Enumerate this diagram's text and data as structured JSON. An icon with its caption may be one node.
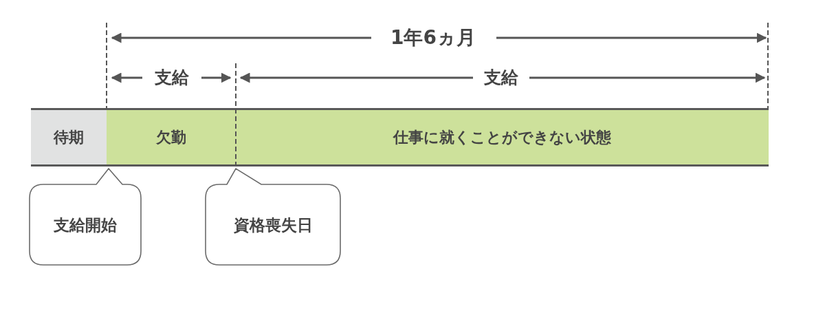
{
  "diagram": {
    "nodes": [
      {
        "text": [
          "待期"
        ]
      },
      {
        "text": [
          "欠勤"
        ]
      },
      {
        "text": [
          "仕事に就くことができない状態"
        ]
      },
      {
        "text": [
          "支給開始"
        ]
      },
      {
        "text": [
          "資格喪失日"
        ]
      }
    ],
    "labels": [
      "1年6ヵ月",
      "支給",
      "支給"
    ]
  }
}
